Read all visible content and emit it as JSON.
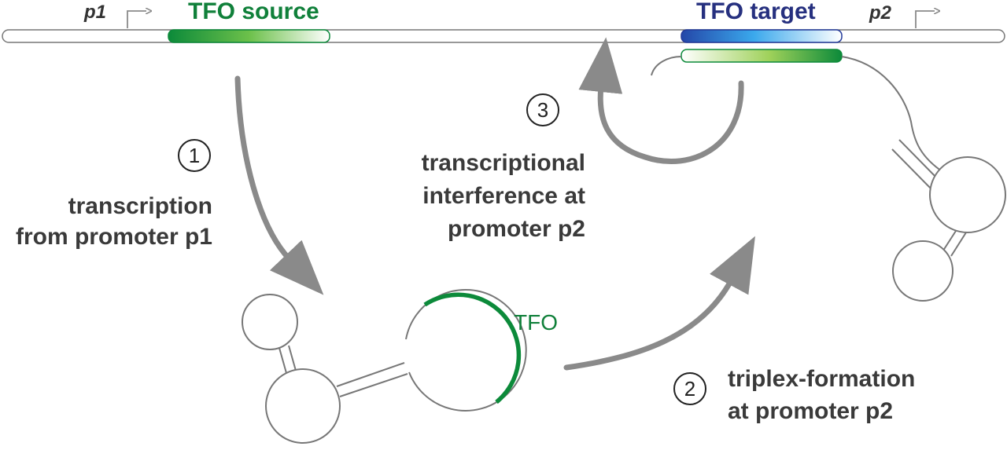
{
  "dna": {
    "promoter1": "p1",
    "promoter2": "p2",
    "tfo_source_label": "TFO source",
    "tfo_target_label": "TFO target"
  },
  "steps": [
    {
      "number": "1",
      "lines": [
        "transcription",
        "from promoter p1"
      ]
    },
    {
      "number": "2",
      "lines": [
        "triplex-formation",
        "at promoter p2"
      ]
    },
    {
      "number": "3",
      "lines": [
        "transcriptional",
        "interference at",
        "promoter p2"
      ]
    }
  ],
  "rna": {
    "tfo_label": "TFO"
  },
  "colors": {
    "green_dark": "#0c8a3a",
    "green_light": "#9fd15a",
    "blue_dark": "#233a9a",
    "blue_light": "#3fb6ef",
    "arrow_gray": "#8a8a8a",
    "line_gray": "#777777",
    "label_blue": "#26307f",
    "label_green": "#10803a"
  }
}
